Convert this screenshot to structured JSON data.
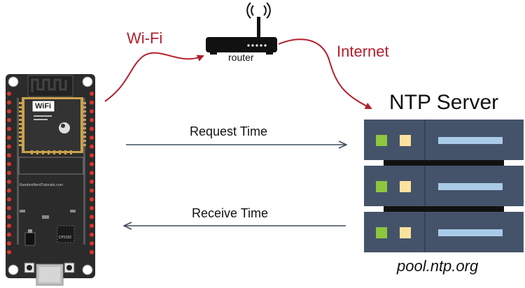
{
  "labels": {
    "wifi": "Wi-Fi",
    "internet": "Internet",
    "router": "router",
    "ntp_server": "NTP Server",
    "request": "Request Time",
    "receive": "Receive Time",
    "pool": "pool.ntp.org"
  },
  "board": {
    "wifi_logo": "WiFi",
    "silkscreen": "RandomNerdTutorials.com",
    "chip": "CP2102"
  },
  "colors": {
    "wifi_arrow": "#b21f2d",
    "data_arrow": "#3f4a5e",
    "server_body": "#45536a",
    "server_green": "#8dc63f",
    "server_yellow": "#fbe29c",
    "server_bar": "#a9cbe8",
    "board_body": "#2b2b2b",
    "pin_red": "#d9372b"
  }
}
